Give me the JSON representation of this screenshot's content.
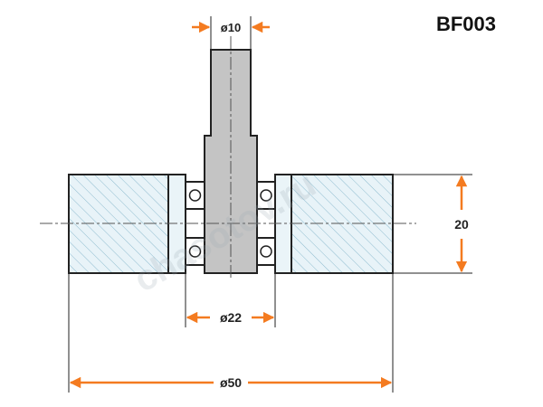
{
  "part_code": "BF003",
  "watermark": "chasotov.ru",
  "dimensions": {
    "shaft_diameter": "ø10",
    "bore_diameter": "ø22",
    "outer_diameter": "ø50",
    "width": "20"
  },
  "colors": {
    "arrow": "#f47b20",
    "hatch": "#9ec6d6",
    "fill_light": "#e6f2f7",
    "shaft": "#c4c4c4",
    "outline": "#222222"
  }
}
